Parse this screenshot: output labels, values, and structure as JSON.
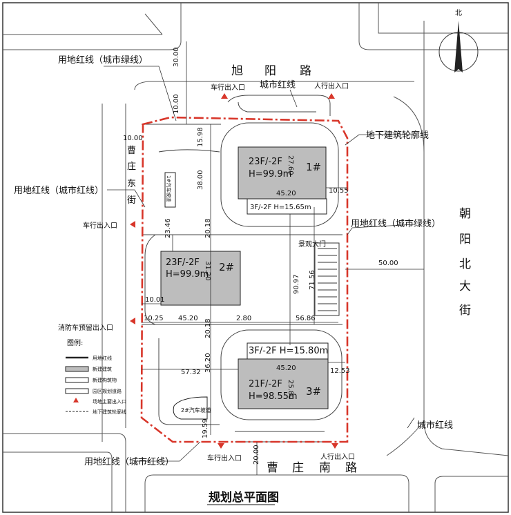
{
  "title": "规划总平面图",
  "north": "北",
  "roads": {
    "north": [
      "旭",
      "阳",
      "路"
    ],
    "south": [
      "曹",
      "庄",
      "南",
      "路"
    ],
    "west": [
      "曹",
      "庄",
      "东",
      "街"
    ],
    "east": [
      "朝",
      "阳",
      "北",
      "大",
      "街"
    ]
  },
  "labels": {
    "redline_green_top": "用地红线（城市绿线）",
    "redline_city_left": "用地红线（城市红线）",
    "redline_green_right": "用地红线（城市绿线）",
    "redline_city_bottom": "用地红线（城市红线）",
    "city_redline_top": "城市红线",
    "city_redline_right": "城市红线",
    "underground_outline": "地下建筑轮廓线",
    "landscape_gate": "景观大门",
    "vehicle_entry_top": "车行出入口",
    "pedestrian_entry_top": "人行出入口",
    "vehicle_entry_left": "车行出入口",
    "fire_entry": "消防车预留出入口",
    "vehicle_entry_bottom": "车行出入口",
    "pedestrian_entry_bottom": "人行出入口",
    "ramp1": "1#汽车坡道",
    "ramp2": "2#汽车坡道"
  },
  "buildings": {
    "b1": {
      "spec": "23F/-2F",
      "height": "H=99.9m",
      "num": "1#",
      "podium": "3F/-2F H=15.65m",
      "dim_v": "27.60",
      "dim_h": "45.20"
    },
    "b2": {
      "spec": "23F/-2F",
      "height": "H=99.9m",
      "num": "2#",
      "dim_v": "31.20"
    },
    "b3": {
      "spec": "21F/-2F",
      "height": "H=98.55m",
      "num": "3#",
      "podium": "3F/-2F H=15.80m",
      "dim_v": "25.80",
      "dim_h": "45.20"
    }
  },
  "dims": {
    "d30": "30.00",
    "d10a": "10.00",
    "d10b": "10.00",
    "d15": "15.98",
    "d38": "38.00",
    "d1055": "10.55",
    "d2346": "23.46",
    "d2018a": "20.18",
    "d9097": "90.97",
    "d7156": "71.56",
    "d50": "50.00",
    "d1001": "10.01",
    "d1025": "10.25",
    "d4520": "45.20",
    "d280": "2.80",
    "d5686": "56.86",
    "d2018b": "20.18",
    "d3620": "36.20",
    "d5732": "57.32",
    "d1253": "12.53",
    "d1959": "19.59",
    "d20": "20.00"
  },
  "legend": {
    "title": "图例:",
    "items": [
      "用地红线",
      "新建建筑",
      "新建构筑物",
      "园区规划道路",
      "场地主要出入口",
      "地下建筑轮廓线"
    ]
  }
}
